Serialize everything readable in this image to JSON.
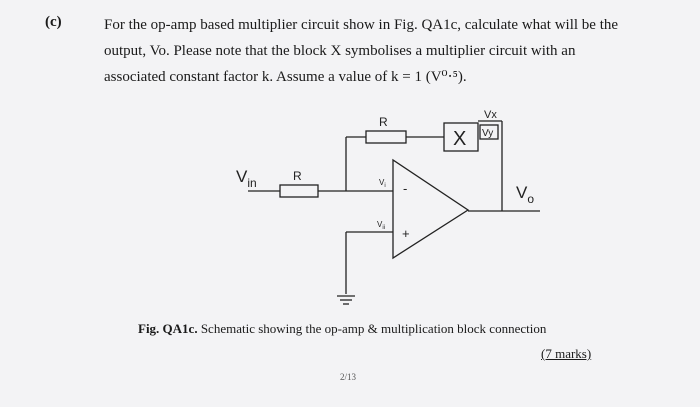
{
  "question": {
    "label": "(c)",
    "lines": [
      "For the op-amp based multiplier circuit show in Fig. QA1c, calculate what will be the",
      "output, Vo. Please note that the block X symbolises a multiplier circuit with an",
      "associated constant factor k. Assume a value of k = 1 (V⁰⋅⁵)."
    ]
  },
  "circuit": {
    "vin_label": "V",
    "vin_sub": "in",
    "r_input": "R",
    "r_feedback": "R",
    "multiplier": "X",
    "vx_label": "Vx",
    "vy_label": "Vy",
    "vi_label": "V",
    "vi_sub": "i",
    "vii_label": "V",
    "vii_sub": "ii",
    "minus": "-",
    "plus": "+",
    "vo_label": "V",
    "vo_sub": "o"
  },
  "caption": {
    "prefix": "Fig. QA1c.",
    "text": " Schematic showing the op-amp & multiplication block connection"
  },
  "marks": "(7 marks)",
  "page": "2/13"
}
